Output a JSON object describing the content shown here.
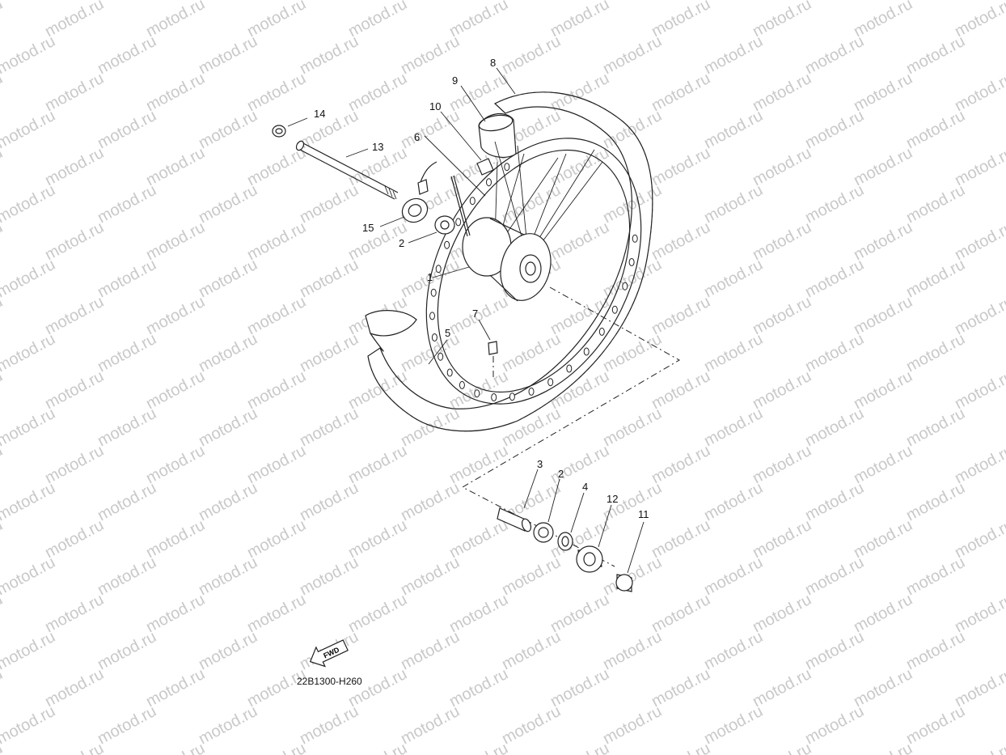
{
  "watermark": {
    "text": "motod.ru"
  },
  "diagram_code": "22B1300-H260",
  "fwd_label": "FWD",
  "callouts": [
    "1",
    "2",
    "3",
    "2",
    "4",
    "12",
    "11",
    "5",
    "6",
    "7",
    "8",
    "9",
    "10",
    "13",
    "14",
    "15"
  ]
}
